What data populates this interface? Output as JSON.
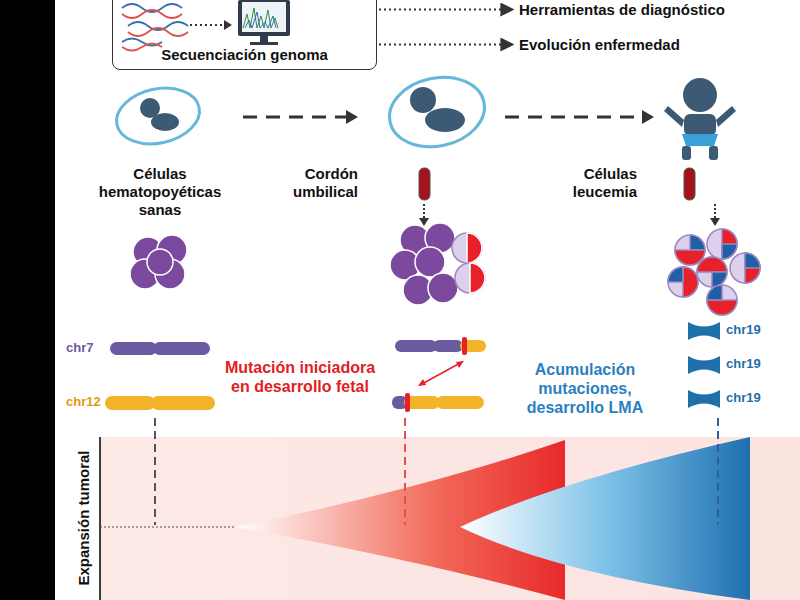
{
  "diagram": {
    "nodes": [
      {
        "text": [
          "Secuenciación genoma"
        ]
      },
      {
        "text": [
          "Herramientas de diagnóstico"
        ]
      },
      {
        "text": [
          "Evolución enfermedad"
        ]
      }
    ],
    "edges": [
      {
        "from": 0,
        "to": 1,
        "arrow": "to"
      },
      {
        "from": 0,
        "to": 2,
        "arrow": "to"
      }
    ],
    "labels": [
      "Células hematopoyéticas sanas",
      "Cordón umbilical",
      "Células leucemia",
      "chr7",
      "chr12",
      "Mutación iniciadora en desarrollo fetal",
      "Acumulación mutaciones, desarrollo LMA",
      "chr19",
      "chr19",
      "chr19",
      "Expansión tumoral"
    ]
  }
}
